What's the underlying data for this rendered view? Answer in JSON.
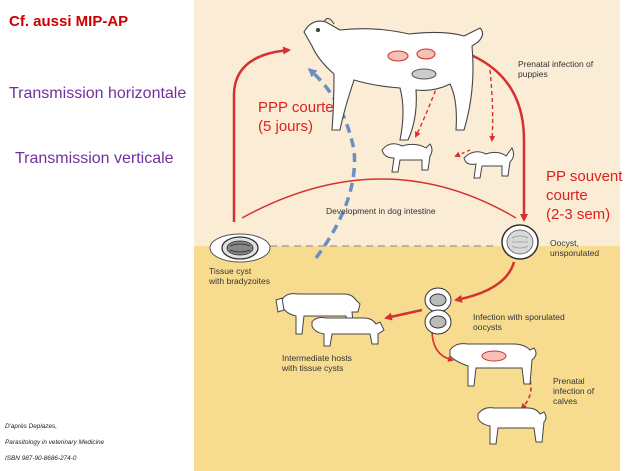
{
  "slide": {
    "title": "Cf. aussi MIP-AP",
    "transmission_horizontal": "Transmission horizontale",
    "transmission_vertical": "Transmission verticale",
    "ppp_line1": "PPP courte",
    "ppp_line2": "(5 jours)",
    "pp_line1": "PP souvent",
    "pp_line2": "courte",
    "pp_line3": "(2-3 sem)",
    "source_line1": "D'après Deplazes,",
    "source_line2": "Parasitology in veterinary Medicine",
    "source_line3": "ISBN 987-90-8686-274-0"
  },
  "diagram": {
    "prenatal_puppies_1": "Prenatal infection of",
    "prenatal_puppies_2": "puppies",
    "development_intestine": "Development in dog intestine",
    "oocyst_1": "Oocyst,",
    "oocyst_2": "unsporulated",
    "tissue_cyst_1": "Tissue cyst",
    "tissue_cyst_2": "with bradyzoites",
    "infection_sporulated_1": "Infection with sporulated",
    "infection_sporulated_2": "oocysts",
    "intermediate_hosts_1": "Intermediate hosts",
    "intermediate_hosts_2": "with tissue cysts",
    "prenatal_calves_1": "Prenatal",
    "prenatal_calves_2": "infection of",
    "prenatal_calves_3": "calves"
  },
  "colors": {
    "upper_bg": "#fbecd6",
    "lower_bg": "#f7dc8f",
    "cycle_arrow": "#d63030",
    "blue_dashed": "#6a8fc4",
    "title_red": "#cc0000",
    "purple": "#7030a0"
  }
}
